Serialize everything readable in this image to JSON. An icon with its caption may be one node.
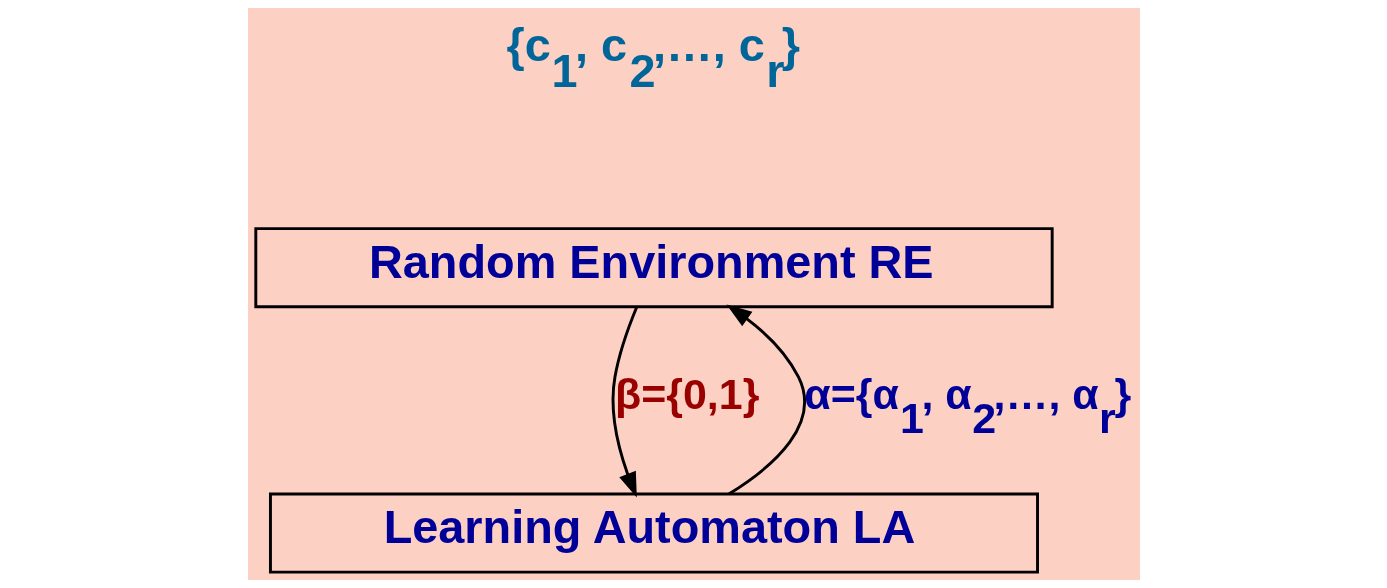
{
  "diagram": {
    "nodes": [
      {
        "text": [
          "Random Environment RE"
        ],
        "beside": [
          "{c$_{1}$, c$_{2}$,…, c$_{r}$}"
        ]
      },
      {
        "text": [
          "Learning Automaton LA"
        ]
      }
    ],
    "edges": [
      {
        "from": 1,
        "to": 0,
        "arrow": "to",
        "label": "α={α$_{1}$, α$_{2}$,…, α$_{r}$}"
      },
      {
        "from": 0,
        "to": 1,
        "arrow": "to",
        "label": "β={0,1}"
      }
    ]
  }
}
